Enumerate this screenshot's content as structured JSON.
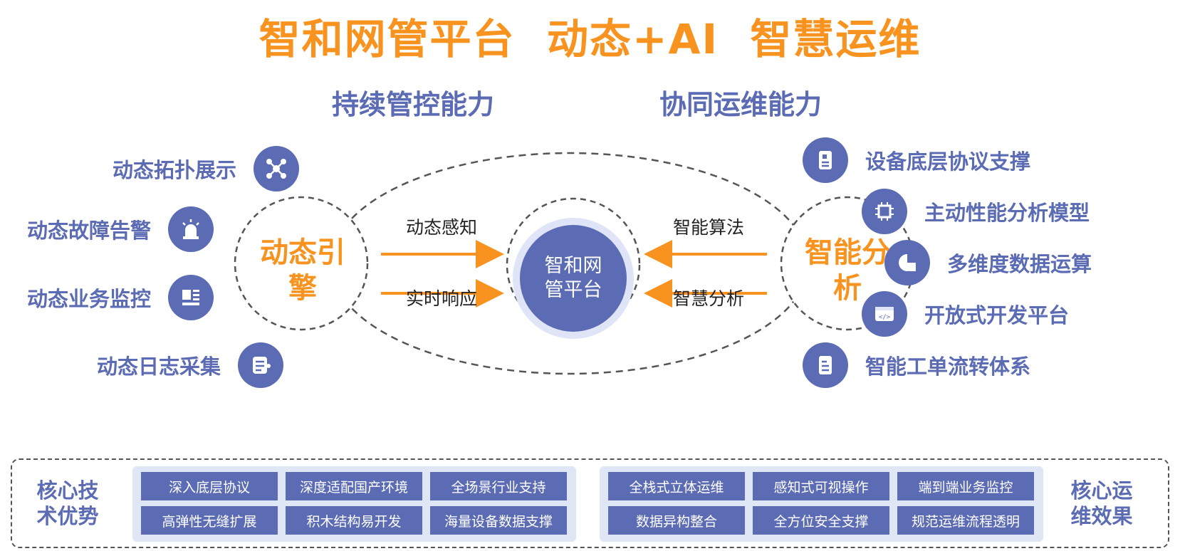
{
  "title": "智和网管平台  动态+AI  智慧运维",
  "section_titles": {
    "left": "持续管控能力",
    "right": "协同运维能力"
  },
  "left_features": [
    {
      "label": "动态拓扑展示",
      "icon": "network-topology-icon"
    },
    {
      "label": "动态故障告警",
      "icon": "alarm-siren-icon"
    },
    {
      "label": "动态业务监控",
      "icon": "dashboard-monitor-icon"
    },
    {
      "label": "动态日志采集",
      "icon": "log-collection-icon"
    }
  ],
  "right_features": [
    {
      "label": "设备底层协议支撑",
      "icon": "device-document-icon"
    },
    {
      "label": "主动性能分析模型",
      "icon": "cpu-chip-icon"
    },
    {
      "label": "多维度数据运算",
      "icon": "pie-chart-icon"
    },
    {
      "label": "开放式开发平台",
      "icon": "code-window-icon"
    },
    {
      "label": "智能工单流转体系",
      "icon": "work-order-icon"
    }
  ],
  "engines": {
    "left": "动态引擎",
    "right": "智能分析"
  },
  "center_core": "智和网管平台",
  "arrow_labels": {
    "left_top": "动态感知",
    "left_bottom": "实时响应",
    "right_top": "智能算法",
    "right_bottom": "智慧分析"
  },
  "bottom_panel": {
    "left_title": "核心技术优势",
    "right_title": "核心运维效果",
    "tech_tags": [
      "深入底层协议",
      "深度适配国产环境",
      "全场景行业支持",
      "高弹性无缝扩展",
      "积木结构易开发",
      "海量设备数据支撑"
    ],
    "ops_tags": [
      "全栈式立体运维",
      "感知式可视操作",
      "端到端业务监控",
      "数据异构整合",
      "全方位安全支撑",
      "规范运维流程透明"
    ]
  },
  "colors": {
    "accent": "#f7931e",
    "primary": "#5b6bb4",
    "tag_bg": "#dfe6f6",
    "dashed": "#555555"
  }
}
